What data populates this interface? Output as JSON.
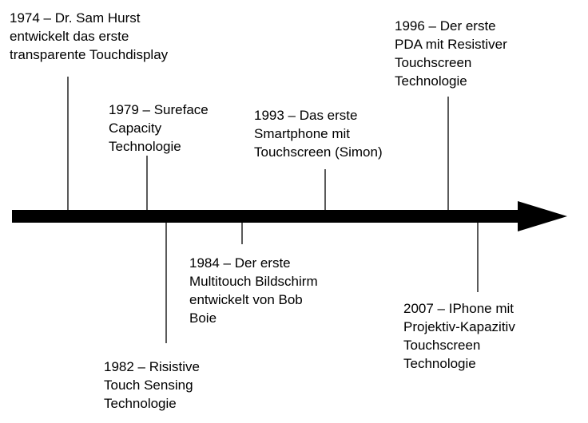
{
  "timeline": {
    "events": [
      {
        "id": "1974",
        "text": "1974 – Dr. Sam Hurst\nentwickelt das erste\ntransparente Touchdisplay",
        "side": "above"
      },
      {
        "id": "1979",
        "text": "1979 – Sureface\nCapacity\nTechnologie",
        "side": "above"
      },
      {
        "id": "1993",
        "text": "1993 – Das erste\nSmartphone mit\nTouchscreen (Simon)",
        "side": "above"
      },
      {
        "id": "1996",
        "text": "1996 – Der erste\nPDA mit Resistiver\nTouchscreen\nTechnologie",
        "side": "above"
      },
      {
        "id": "1982",
        "text": "1982 – Risistive\nTouch Sensing\nTechnologie",
        "side": "below"
      },
      {
        "id": "1984",
        "text": "1984 – Der erste\nMultitouch Bildschirm\nentwickelt von Bob\nBoie",
        "side": "below"
      },
      {
        "id": "2007",
        "text": "2007 – IPhone mit\nProjektiv-Kapazitiv\nTouchscreen\nTechnologie",
        "side": "below"
      }
    ]
  },
  "colors": {
    "arrow": "#000000",
    "connector": "#000000",
    "text": "#000000",
    "background": "#ffffff"
  }
}
